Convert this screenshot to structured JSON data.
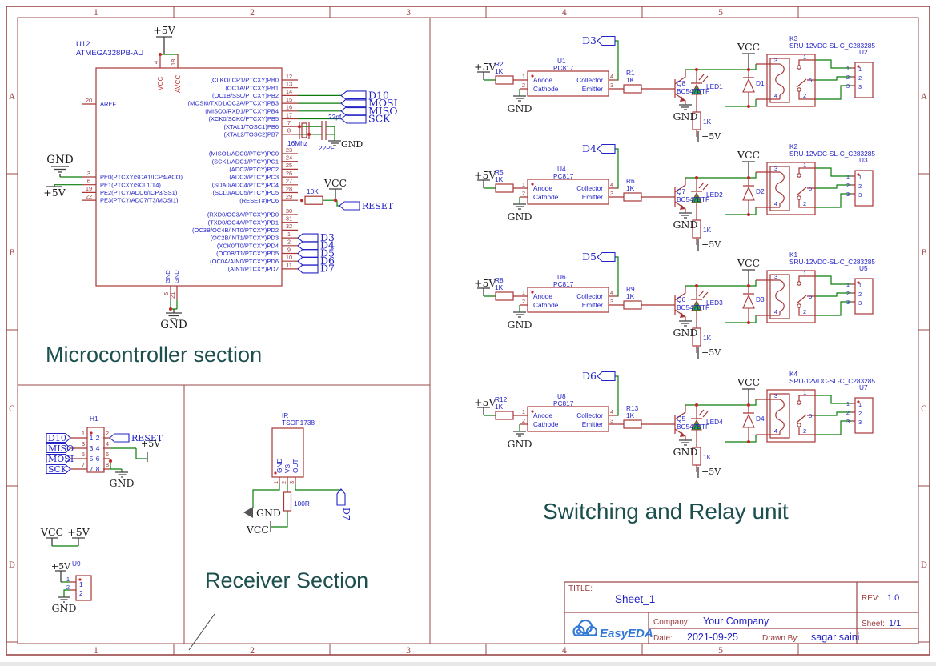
{
  "frame": {
    "columns": [
      "1",
      "2",
      "3",
      "4",
      "5"
    ],
    "rows": [
      "A",
      "B",
      "C",
      "D"
    ]
  },
  "titles": {
    "mcu": "Microcontroller section",
    "receiver": "Receiver Section",
    "relay": "Switching and Relay unit"
  },
  "colors": {
    "wire_green": "#0a7d0a",
    "component_red": "#a83636",
    "label_blue": "#2323c8",
    "frame_maroon": "#9a4848",
    "section_title_teal": "#1d4f4f",
    "logo_blue": "#3279d8",
    "led_green": "#17b317"
  },
  "mcu": {
    "ref": "U12",
    "part": "ATMEGA328PB-AU",
    "top_power": "+5V",
    "top_pins": {
      "vcc": {
        "num": "4",
        "name": "VCC"
      },
      "avcc": {
        "num": "18",
        "name": "AVCC"
      }
    },
    "aref": {
      "num": "20",
      "name": "AREF"
    },
    "left_gnd": "GND",
    "left_5v": "+5V",
    "left_pins": [
      {
        "num": "3",
        "name": "PE0(PTCXY/SDA1/ICP4/ACO)"
      },
      {
        "num": "6",
        "name": "PE1(PTCXY/SCL1/T4)"
      },
      {
        "num": "19",
        "name": "PE2(PTCY/ADC6/ICP3/SS1)"
      },
      {
        "num": "22",
        "name": "PE3(PTCY/ADC7/T3/MOSI1)"
      }
    ],
    "pb": [
      {
        "num": "12",
        "name": "(CLKO/ICP1/PTCXY)PB0"
      },
      {
        "num": "13",
        "name": "(OC1A/PTCXY)PB1"
      },
      {
        "num": "14",
        "name": "(OC1B/SS0/PTCXY)PB2"
      },
      {
        "num": "15",
        "name": "(MOSI0/TXD1/OC2A/PTCXY)PB3"
      },
      {
        "num": "16",
        "name": "(MISO0/RXD1/PTCXY)PB4"
      },
      {
        "num": "17",
        "name": "(XCK0/SCK0/PTCXY)PB5"
      },
      {
        "num": "7",
        "name": "(XTAL1/TOSC1)PB6"
      },
      {
        "num": "8",
        "name": "(XTAL2/TOSC2)PB7"
      }
    ],
    "pc": [
      {
        "num": "23",
        "name": "(MISO1/ADC0/PTCY)PC0"
      },
      {
        "num": "24",
        "name": "(SCK1/ADC1/PTCY)PC1"
      },
      {
        "num": "25",
        "name": "(ADC2/PTCY)PC2"
      },
      {
        "num": "26",
        "name": "(ADC3/PTCY)PC3"
      },
      {
        "num": "27",
        "name": "(SDA0/ADC4/PTCY)PC4"
      },
      {
        "num": "28",
        "name": "(SCL0/ADC5/PTCY)PC5"
      },
      {
        "num": "29",
        "name": "(RESET#)PC6"
      }
    ],
    "pd": [
      {
        "num": "30",
        "name": "(RXD0/OC3A/PTCXY)PD0"
      },
      {
        "num": "31",
        "name": "(TXD0/OC4A/PTCXY)PD1"
      },
      {
        "num": "32",
        "name": "(OC3B/OC4B/INT0/PTCXY)PD2"
      },
      {
        "num": "1",
        "name": "(OC2B/INT1/PTCXY)PD3"
      },
      {
        "num": "2",
        "name": "(XCK0/T0/PTCXY)PD4"
      },
      {
        "num": "9",
        "name": "(OC0B/T1/PTCXY)PD5"
      },
      {
        "num": "10",
        "name": "(OC0A/AIN0/PTCXY)PD6"
      },
      {
        "num": "11",
        "name": "(AIN1/PTCXY)PD7"
      }
    ],
    "bottom_pins": [
      {
        "num": "5",
        "name": "GND"
      },
      {
        "num": "21",
        "name": "GND"
      }
    ],
    "bottom_gnd": "GND",
    "spi_flags": [
      "D10",
      "MOSI",
      "MISO",
      "SCK"
    ],
    "pd_flags": [
      "D3",
      "D4",
      "D5",
      "D6",
      "D7"
    ],
    "xtal": {
      "freq": "16Mhz",
      "cap_top": "22pf",
      "cap_bottom": "22PF",
      "gnd": "GND"
    },
    "reset": {
      "res": "10K",
      "vcc": "VCC",
      "flag": "RESET"
    }
  },
  "relays": {
    "p5": "+5V",
    "gnd": "GND",
    "vcc": "VCC",
    "r1k": "1K",
    "opto_part": "PC817",
    "q_part": "BC547BTF",
    "relay_part": "SRU-12VDC-SL-C_C283285",
    "opto_labels": {
      "anode": "Anode",
      "cathode": "Cathode",
      "collector": "Collector",
      "emitter": "Emitter"
    },
    "opto_pins": [
      "1",
      "2",
      "4",
      "3"
    ],
    "relay_pins": [
      "3",
      "1",
      "5",
      "2",
      "4"
    ],
    "conn_pins": [
      "1",
      "2",
      "3"
    ],
    "channels": [
      {
        "rin": "R2",
        "opto": "U1",
        "flag": "D3",
        "rb": "R1",
        "q": "Q8",
        "led": "LED1",
        "diode": "D1",
        "relay": "K3",
        "conn": "U2"
      },
      {
        "rin": "R5",
        "opto": "U4",
        "flag": "D4",
        "rb": "R6",
        "q": "Q7",
        "led": "LED2",
        "diode": "D2",
        "relay": "K2",
        "conn": "U3"
      },
      {
        "rin": "R8",
        "opto": "U6",
        "flag": "D5",
        "rb": "R9",
        "q": "Q6",
        "led": "LED3",
        "diode": "D3",
        "relay": "K1",
        "conn": "U5"
      },
      {
        "rin": "R12",
        "opto": "U8",
        "flag": "D6",
        "rb": "R13",
        "q": "Q5",
        "led": "LED4",
        "diode": "D4",
        "relay": "K4",
        "conn": "U7"
      }
    ]
  },
  "header": {
    "ref": "H1",
    "outer_left": [
      "1",
      "3",
      "5",
      "7"
    ],
    "outer_right": [
      "2",
      "4",
      "6",
      "8"
    ],
    "inner_left": [
      "1",
      "3",
      "5",
      "7"
    ],
    "inner_right": [
      "2",
      "4",
      "6",
      "8"
    ],
    "left_flags": [
      "D10",
      "MISO",
      "MOSI",
      "SCK"
    ],
    "reset_flag": "RESET",
    "p5": "+5V",
    "gnd": "GND"
  },
  "power_tie": {
    "vcc": "VCC",
    "p5": "+5V"
  },
  "u9": {
    "ref": "U9",
    "p5": "+5V",
    "outer": [
      "1",
      "2"
    ],
    "inner": [
      "1",
      "2"
    ],
    "gnd": "GND"
  },
  "receiver": {
    "ref": "IR",
    "part": "TSOP1738",
    "pins": [
      {
        "num": "1",
        "name": "GND"
      },
      {
        "num": "2",
        "name": "VS"
      },
      {
        "num": "3",
        "name": "OUT"
      }
    ],
    "res": "100R",
    "gnd": "GND",
    "vcc": "VCC",
    "flag": "D7"
  },
  "title_block": {
    "title_label": "TITLE:",
    "title": "Sheet_1",
    "rev_label": "REV:",
    "rev": "1.0",
    "company_label": "Company:",
    "company": "Your Company",
    "sheet_label": "Sheet:",
    "sheet": "1/1",
    "date_label": "Date:",
    "date": "2021-09-25",
    "drawn_label": "Drawn By:",
    "drawn": "sagar saini",
    "logo": "EasyEDA"
  }
}
